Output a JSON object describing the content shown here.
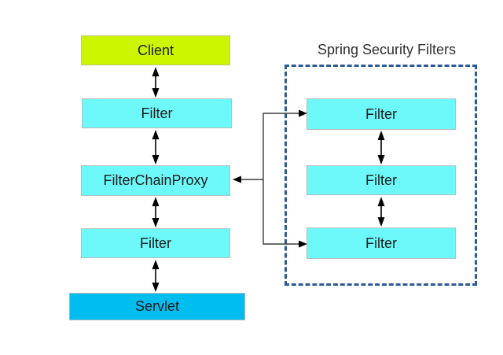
{
  "diagram": {
    "left_column": {
      "client_label": "Client",
      "filter_top_label": "Filter",
      "filter_chain_proxy_label": "FilterChainProxy",
      "filter_bottom_label": "Filter",
      "servlet_label": "Servlet"
    },
    "security_group": {
      "title": "Spring Security Filters",
      "filters": [
        "Filter",
        "Filter",
        "Filter"
      ]
    },
    "colors": {
      "client_fill": "#ccf500",
      "filter_fill": "#6df8fa",
      "servlet_fill": "#00bdf0",
      "box_border": "#b9bdb9",
      "group_dashed_border": "#2d5b96",
      "connector": "#000000",
      "title_text": "#2f2f2f"
    }
  }
}
